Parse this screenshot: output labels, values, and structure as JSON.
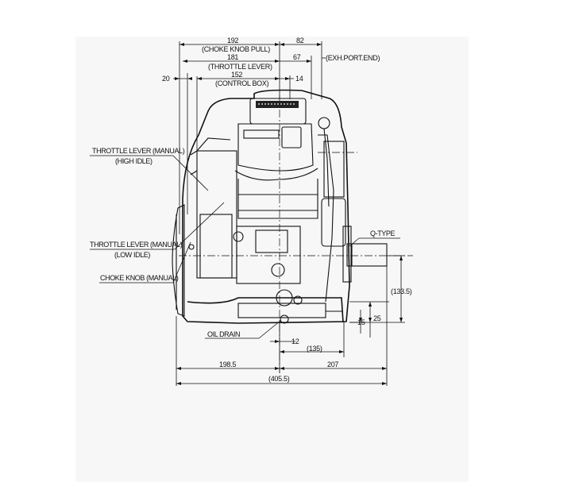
{
  "dimensions": {
    "choke_knob_pull": {
      "value": "192",
      "label": "(CHOKE KNOB PULL)"
    },
    "throttle_lever": {
      "value": "181",
      "label": "(THROTTLE LEVER)"
    },
    "control_box": {
      "value": "152",
      "label": "(CONTROL BOX)"
    },
    "exh_port_value": "82",
    "exh_port_label": "(EXH.PORT.END)",
    "right_67": "67",
    "right_14": "14",
    "left_20": "20",
    "oil_drain_offset": "12",
    "shaft_offset": "(135)",
    "left_width": "198.5",
    "right_width": "207",
    "total_width": "(405.5)",
    "shaft_height": "(133.5)",
    "dim_15": "15",
    "dim_25": "25"
  },
  "labels": {
    "throttle_high": {
      "line1": "THROTTLE LEVER (MANUAL)",
      "line2": "(HIGH IDLE)"
    },
    "throttle_low": {
      "line1": "THROTTLE LEVER (MANUAL)",
      "line2": "(LOW IDLE)"
    },
    "choke_knob": "CHOKE KNOB (MANUAL)",
    "q_type": "Q-TYPE",
    "oil_drain": "OIL DRAIN"
  }
}
